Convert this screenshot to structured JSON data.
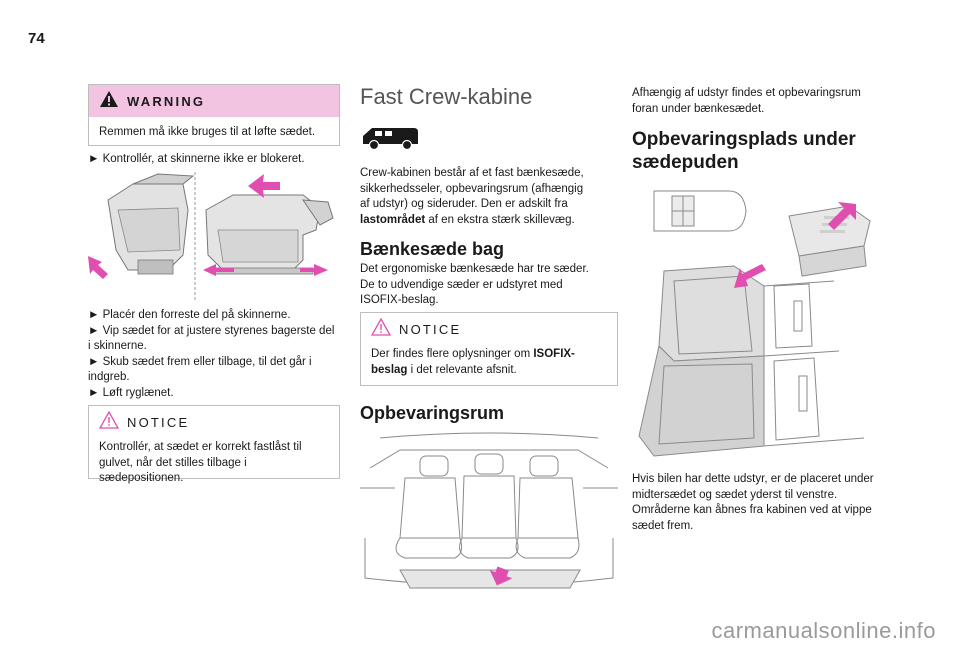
{
  "page": {
    "number": "74"
  },
  "col1": {
    "warning": {
      "label": "WARNING",
      "text": "Remmen må ikke bruges til at løfte sædet."
    },
    "step1": "► Kontrollér, at skinnerne ikke er blokeret.",
    "steps": [
      "► Placér den forreste del på skinnerne.",
      "► Vip sædet for at justere styrenes bagerste del",
      "i skinnerne.",
      "► Skub sædet frem eller tilbage, til det går i",
      "indgreb.",
      "► Løft ryglænet."
    ],
    "notice": {
      "label": "NOTICE",
      "lines": [
        "Kontrollér, at sædet er korrekt fastlåst til",
        "gulvet, når det stilles tilbage i sædepositionen."
      ]
    }
  },
  "col2": {
    "title": "Fast Crew-kabine",
    "intro_lines": [
      "Crew-kabinen består af et fast bænkesæde,",
      "sikkerhedsseler, opbevaringsrum (afhængig",
      "af udstyr) og sideruder. Den er adskilt fra"
    ],
    "intro_bold": "lastområdet",
    "intro_tail": " af en ekstra stærk skillevæg.",
    "bench_title": "Bænkesæde bag",
    "bench_lines": [
      "Det ergonomiske bænkesæde har tre sæder.",
      "De to udvendige sæder er udstyret med",
      "ISOFIX-beslag."
    ],
    "notice": {
      "label": "NOTICE",
      "pre": "Der findes flere oplysninger om ",
      "bold1": "ISOFIX-",
      "bold2": "beslag",
      "post": " i det relevante afsnit."
    },
    "storage_title": "Opbevaringsrum"
  },
  "col3": {
    "intro_lines": [
      "Afhængig af udstyr findes et opbevaringsrum",
      "foran under bænkesædet."
    ],
    "title_line1": "Opbevaringsplads under",
    "title_line2": "sædepuden",
    "body_lines": [
      "Hvis bilen har dette udstyr, er de placeret under",
      "midtersædet og sædet yderst til venstre.",
      "Områderne kan åbnes fra kabinen ved at vippe",
      "sædet frem."
    ]
  },
  "footer": {
    "watermark": "carmanualsonline.info"
  },
  "colors": {
    "warning_bg": "#f2c4e2",
    "arrow": "#e04fb0",
    "heading_grey": "#555555"
  }
}
